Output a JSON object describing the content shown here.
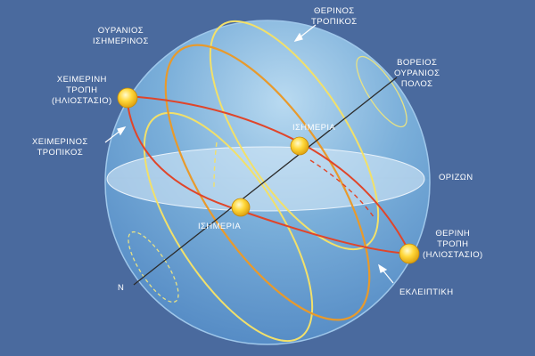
{
  "labels": {
    "celestial_equator": [
      "ΟΥΡΑΝΙΟΣ",
      "ΙΣΗΜΕΡΙΝΟΣ"
    ],
    "summer_tropic": [
      "ΘΕΡΙΝΟΣ",
      "ΤΡΟΠΙΚΟΣ"
    ],
    "north_celestial_pole": [
      "ΒΟΡΕΙΟΣ",
      "ΟΥΡΑΝΙΟΣ",
      "ΠΟΛΟΣ"
    ],
    "winter_solstice": [
      "ΧΕΙΜΕΡΙΝΗ",
      "ΤΡΟΠΗ",
      "(ΗΛΙΟΣΤΑΣΙΟ)"
    ],
    "winter_tropic": [
      "ΧΕΙΜΕΡΙΝΟΣ",
      "ΤΡΟΠΙΚΟΣ"
    ],
    "equinox_upper": "ΙΣΗΜΕΡΙΑ",
    "equinox_lower": "ΙΣΗΜΕΡΙΑ",
    "horizon": "ΟΡΙΖΩΝ",
    "summer_solstice": [
      "ΘΕΡΙΝΗ",
      "ΤΡΟΠΗ",
      "(ΗΛΙΟΣΤΑΣΙΟ)"
    ],
    "ecliptic": "ΕΚΛΕΙΠΤΙΚΗ",
    "north_point": "N"
  },
  "colors": {
    "background": "#4a6a9e",
    "tropics": "#f2e06a",
    "equator": "#e89a2c",
    "ecliptic": "#e0452a",
    "axis": "#2b2b2b",
    "horizon_plane": "#cfe3f6",
    "sun": "#f7c51a"
  }
}
